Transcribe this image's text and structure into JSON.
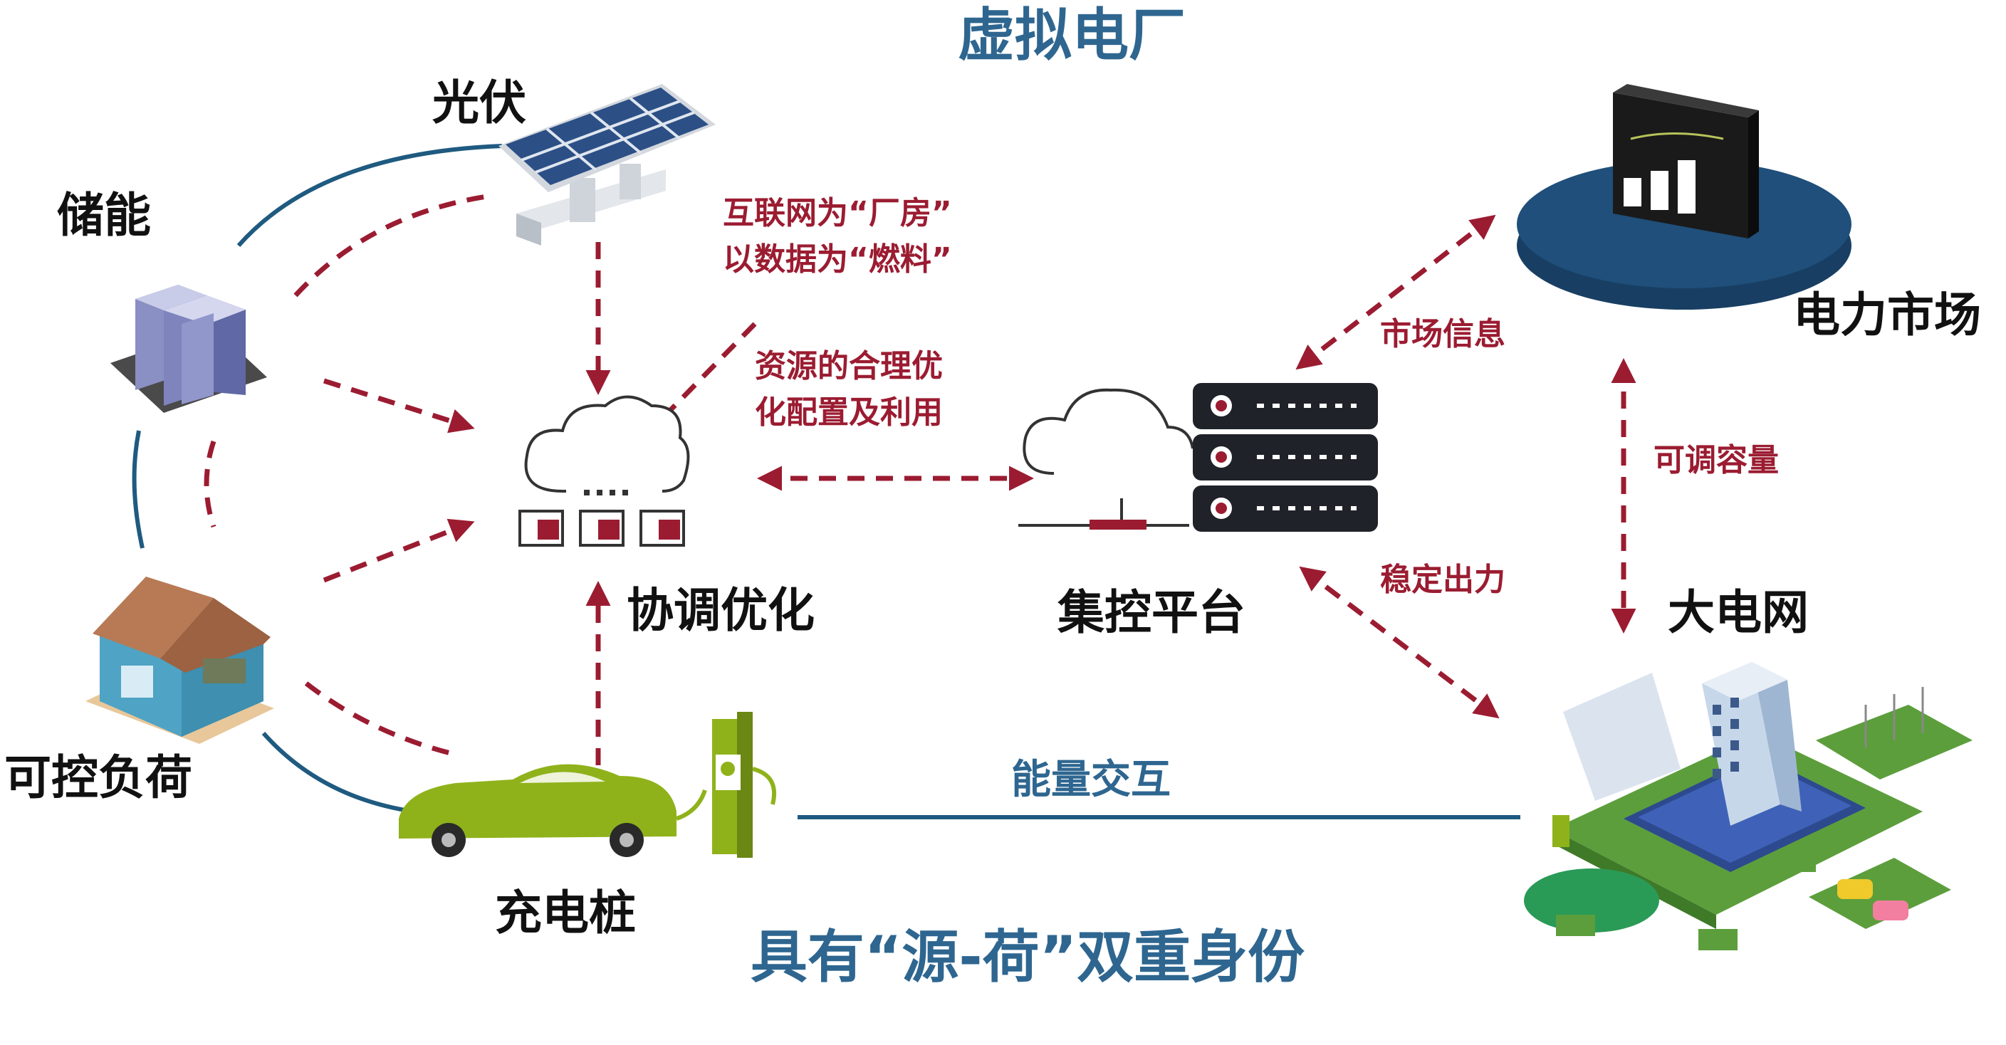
{
  "title": "虚拟电厂",
  "subtitle": "具有“源-荷”双重身份",
  "nodes": {
    "pv": "光伏",
    "storage": "储能",
    "load": "可控负荷",
    "charger": "充电桩",
    "coord": "协调优化",
    "platform": "集控平台",
    "market": "电力市场",
    "grid": "大电网"
  },
  "annotations": {
    "internet_line1": "互联网为“厂房”",
    "internet_line2": "以数据为“燃料”",
    "resource_line1": "资源的合理优",
    "resource_line2": "化配置及利用",
    "market_info": "市场信息",
    "stable_output": "稳定出力",
    "adjustable_capacity": "可调容量",
    "energy_exchange": "能量交互"
  },
  "colors": {
    "title_blue": "#2e6690",
    "flow_red": "#9b1c31",
    "solid_line_blue": "#1f5a80",
    "market_disk": "#1f4f7a",
    "ev_green": "#8fb21b",
    "server_dark": "#1f2329",
    "house_wall": "#4fa3c4",
    "house_roof": "#b77a55"
  },
  "icons": [
    "solar-panel-icon",
    "battery-cabinet-icon",
    "house-icon",
    "ev-car-icon",
    "charging-pile-icon",
    "cloud-server-icon",
    "server-rack-icon",
    "market-chart-icon",
    "smart-city-icon"
  ]
}
